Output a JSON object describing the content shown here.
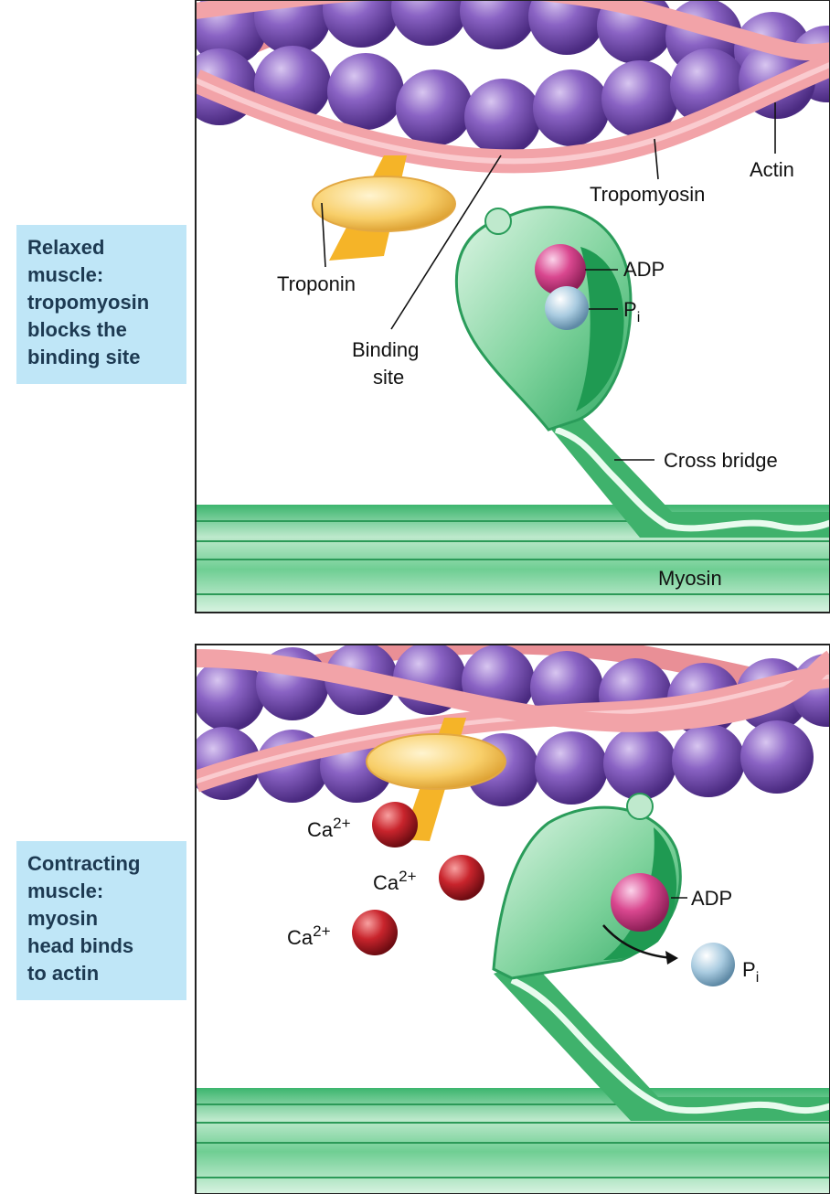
{
  "panels": [
    {
      "caption": [
        "Relaxed",
        "muscle:",
        "tropomyosin",
        "blocks the",
        "binding site"
      ],
      "labels": {
        "actin": "Actin",
        "tropomyosin": "Tropomyosin",
        "troponin": "Troponin",
        "binding_site": [
          "Binding",
          "site"
        ],
        "adp": "ADP",
        "pi": "P",
        "pi_sub": "i",
        "cross_bridge": "Cross bridge",
        "myosin": "Myosin"
      }
    },
    {
      "caption": [
        "Contracting",
        "muscle:",
        "myosin",
        "head binds",
        "to actin"
      ],
      "labels": {
        "ca": "Ca",
        "ca_sup": "2+",
        "adp": "ADP",
        "pi": "P",
        "pi_sub": "i"
      }
    }
  ],
  "colors": {
    "actin": "#7a4fb0",
    "tropomyosin": "#f2a3a8",
    "troponin": "#f5c65a",
    "myosin": "#4dbf7a",
    "adp": "#d9478f",
    "pi": "#a9cbe0",
    "calcium": "#c8242c",
    "label_bg": "#bfe6f7"
  }
}
